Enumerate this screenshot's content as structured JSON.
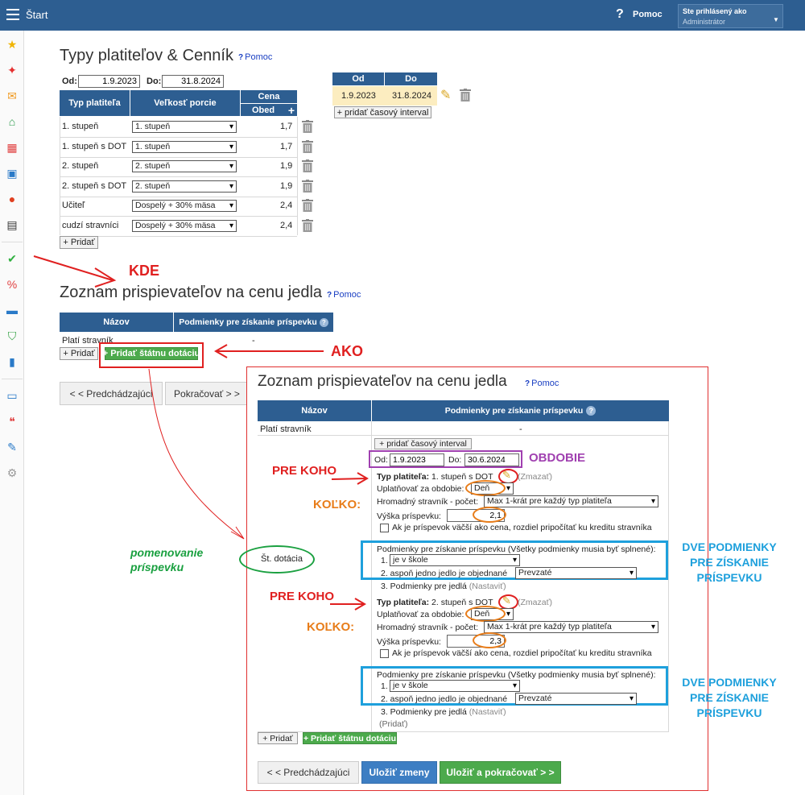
{
  "topbar": {
    "title": "Štart",
    "help": "Pomoc",
    "user_line1": "Ste prihlásený ako",
    "user_line2": "Administrátor"
  },
  "types": {
    "title": "Typy platiteľov & Cenník",
    "help": "Pomoc",
    "od_label": "Od:",
    "od_value": "1.9.2023",
    "do_label": "Do:",
    "do_value": "31.8.2024",
    "headers": {
      "type": "Typ platiteľa",
      "size": "Veľkosť porcie",
      "price": "Cena",
      "meal": "Obed",
      "plus": "+"
    },
    "rows": [
      {
        "type": "1. stupeň",
        "size": "1. stupeň",
        "price": "1,7"
      },
      {
        "type": "1. stupeň  s DOT",
        "size": "1. stupeň",
        "price": "1,7"
      },
      {
        "type": "2. stupeň",
        "size": "2. stupeň",
        "price": "1,9"
      },
      {
        "type": "2. stupeň  s DOT",
        "size": "2. stupeň",
        "price": "1,9"
      },
      {
        "type": "Učiteľ",
        "size": "Dospelý + 30% mäsa",
        "price": "2,4"
      },
      {
        "type": "cudzí stravníci",
        "size": "Dospelý + 30% mäsa",
        "price": "2,4"
      }
    ],
    "add": "+ Pridať"
  },
  "interval": {
    "od": "Od",
    "do": "Do",
    "od_value": "1.9.2023",
    "do_value": "31.8.2024",
    "add": "+ pridať časový interval"
  },
  "contrib": {
    "title": "Zoznam prispievateľov na cenu jedla",
    "help": "Pomoc",
    "h_name": "Názov",
    "h_cond": "Podmienky pre získanie príspevku",
    "row1_name": "Platí stravník",
    "row1_val": "-",
    "add": "+ Pridať",
    "add_state": "+ Pridať štátnu dotáciu",
    "prev": "< < Predchádzajúci",
    "next": "Pokračovať > >"
  },
  "detail": {
    "title": "Zoznam prispievateľov na cenu jedla",
    "help": "Pomoc",
    "h_name": "Názov",
    "h_cond": "Podmienky pre získanie príspevku",
    "row1_name": "Platí stravník",
    "row1_val": "-",
    "add_interval": "+ pridať časový interval",
    "od_label": "Od:",
    "od_value": "1.9.2023",
    "do_label": "Do:",
    "do_value": "30.6.2024",
    "name": "Št. dotácia",
    "blocks": [
      {
        "type_label": "Typ platiteľa:",
        "type_value": "1. stupeň  s DOT",
        "delete": "(Zmazať)",
        "period_label": "Uplatňovať za obdobie:",
        "period_value": "Deň",
        "mass_label": "Hromadný stravník - počet:",
        "mass_value": "Max 1-krát pre každý typ platiteľa",
        "amount_label": "Výška príspevku:",
        "amount_value": "2,1",
        "check_label": "Ak je príspevok väčší ako cena, rozdiel pripočítať ku kreditu stravníka",
        "cond_title": "Podmienky pre získanie príspevku (Všetky podmienky musia byť splnené):",
        "cond1_num": "1.",
        "cond1_value": "je v škole",
        "cond2_label": "2. aspoň jedno jedlo je objednané",
        "cond2_value": "Prevzaté",
        "cond3_label": "3. Podmienky pre jedlá",
        "cond3_action": "(Nastaviť)"
      },
      {
        "type_label": "Typ platiteľa:",
        "type_value": "2. stupeň  s DOT",
        "delete": "(Zmazať)",
        "period_label": "Uplatňovať za obdobie:",
        "period_value": "Deň",
        "mass_label": "Hromadný stravník - počet:",
        "mass_value": "Max 1-krát pre každý typ platiteľa",
        "amount_label": "Výška príspevku:",
        "amount_value": "2,3",
        "check_label": "Ak je príspevok väčší ako cena, rozdiel pripočítať ku kreditu stravníka",
        "cond_title": "Podmienky pre získanie príspevku (Všetky podmienky musia byť splnené):",
        "cond1_num": "1.",
        "cond1_value": "je v škole",
        "cond2_label": "2. aspoň jedno jedlo je objednané",
        "cond2_value": "Prevzaté",
        "cond3_label": "3. Podmienky pre jedlá",
        "cond3_action": "(Nastaviť)"
      }
    ],
    "add_block": "(Pridať)",
    "add": "+ Pridať",
    "add_state": "+ Pridať štátnu dotáciu",
    "prev": "< < Predchádzajúci",
    "save": "Uložiť zmeny",
    "save_next": "Uložiť a pokračovať > >"
  },
  "annotations": {
    "kde": "KDE",
    "ako": "AKO",
    "obdobie": "OBDOBIE",
    "pre_koho": "PRE KOHO",
    "kolko": "KOĽKO:",
    "dve_1": "DVE PODMIENKY",
    "dve_2": "PRE ZÍSKANIE",
    "dve_3": "PRÍSPEVKU",
    "pomenovanie_1": "pomenovanie",
    "pomenovanie_2": "príspevku"
  },
  "colors": {
    "header_blue": "#2d5e91",
    "anno_red": "#e02020",
    "anno_orange": "#e87d1a",
    "anno_blue": "#1ea0dc",
    "anno_purple": "#a040b0",
    "anno_green": "#1aa040",
    "btn_green": "#4caa4c"
  }
}
